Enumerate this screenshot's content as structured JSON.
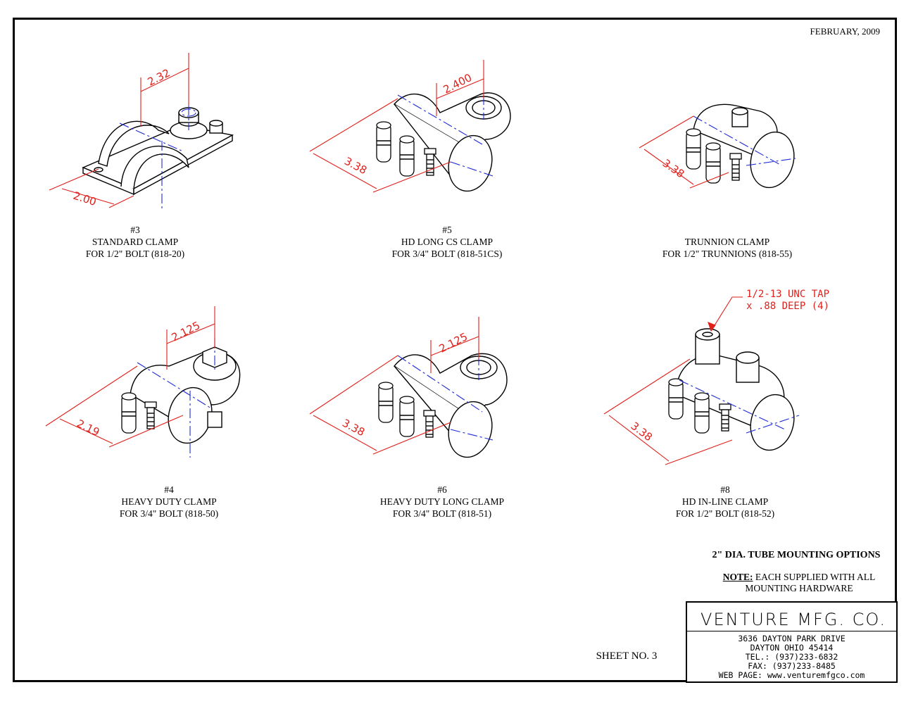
{
  "header": {
    "date": "FEBRUARY, 2009"
  },
  "clamps": [
    {
      "num": "#3",
      "name": "STANDARD CLAMP",
      "spec": "FOR 1/2\" BOLT (818-20)",
      "dims": [
        "2.32",
        "2.00"
      ]
    },
    {
      "num": "#5",
      "name": "HD LONG CS CLAMP",
      "spec": "FOR 3/4\" BOLT (818-51CS)",
      "dims": [
        "2.400",
        "3.38"
      ]
    },
    {
      "num": "",
      "name": "TRUNNION  CLAMP",
      "spec": "FOR 1/2\" TRUNNIONS (818-55)",
      "dims": [
        "3.38"
      ]
    },
    {
      "num": "#4",
      "name": "HEAVY DUTY CLAMP",
      "spec": "FOR 3/4\" BOLT (818-50)",
      "dims": [
        "2.125",
        "2.19"
      ]
    },
    {
      "num": "#6",
      "name": "HEAVY DUTY LONG CLAMP",
      "spec": "FOR 3/4\" BOLT (818-51)",
      "dims": [
        "2.125",
        "3.38"
      ]
    },
    {
      "num": "#8",
      "name": "HD IN-LINE CLAMP",
      "spec": "FOR 1/2\" BOLT (818-52)",
      "dims": [
        "3.38"
      ]
    }
  ],
  "tap_note": {
    "line1": "1/2-13 UNC TAP",
    "line2": "x .88 DEEP (4)"
  },
  "title": "2\" DIA. TUBE MOUNTING OPTIONS",
  "note": {
    "label": "NOTE:",
    "line1": " EACH SUPPLIED WITH ALL",
    "line2": "MOUNTING HARDWARE"
  },
  "sheet_no": "SHEET NO. 3",
  "title_block": {
    "company": "VENTURE MFG. CO.",
    "address1": "3636 DAYTON PARK DRIVE",
    "address2": "DAYTON OHIO 45414",
    "tel": "TEL.: (937)233-6832",
    "fax": "FAX: (937)233-8485",
    "web": "WEB PAGE: www.venturemfgco.com"
  },
  "colors": {
    "dimension": "#e0201b",
    "centerline": "#1f2bd6",
    "outline": "#000000"
  }
}
